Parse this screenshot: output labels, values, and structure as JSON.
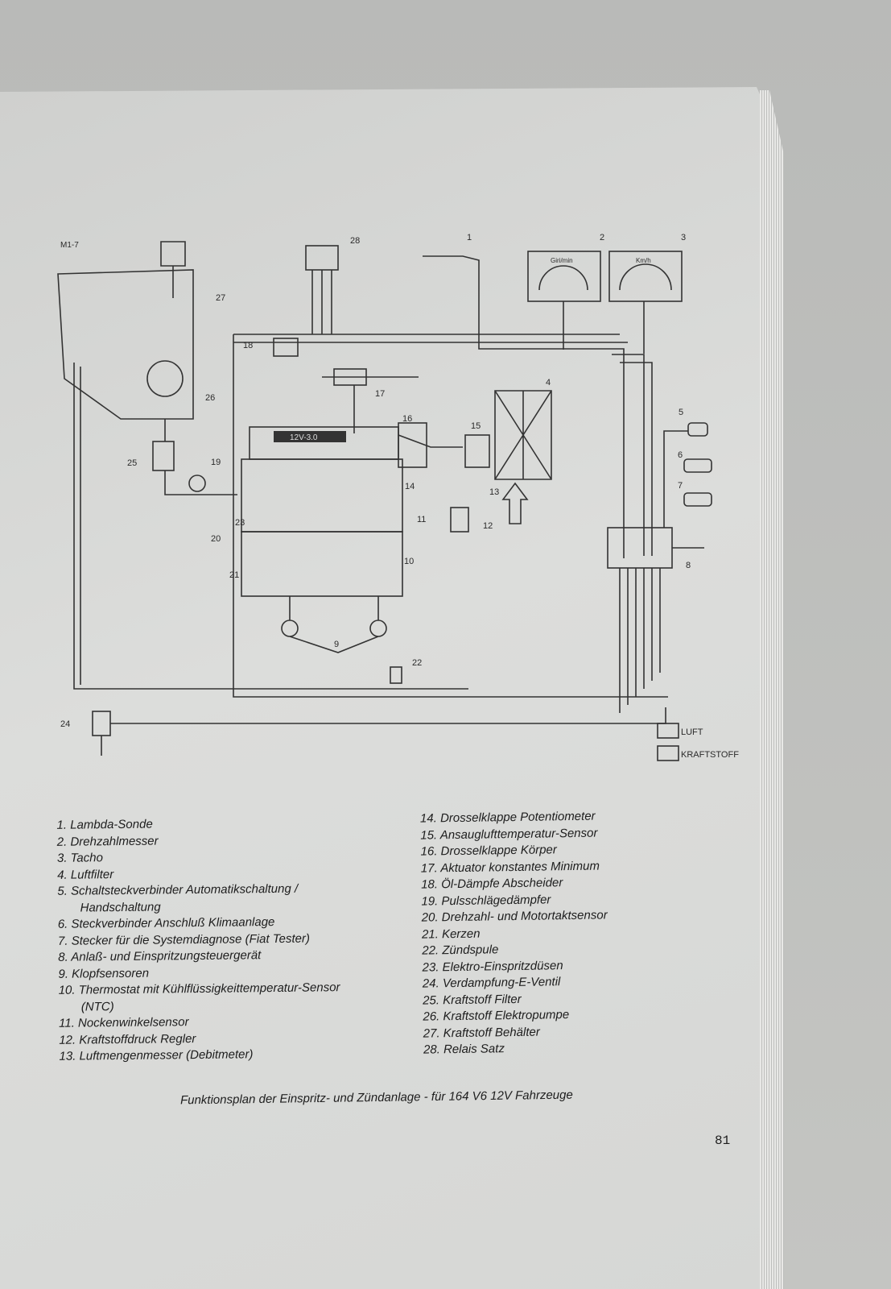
{
  "diagram": {
    "code": "M1-7",
    "engine_badge": "12V-3.0",
    "gauge_rpm_label": "Giri/min",
    "gauge_speed_label": "Km/h",
    "callouts": [
      "1",
      "2",
      "3",
      "4",
      "5",
      "6",
      "7",
      "8",
      "9",
      "10",
      "11",
      "12",
      "13",
      "14",
      "15",
      "16",
      "17",
      "18",
      "19",
      "20",
      "21",
      "22",
      "23",
      "24",
      "25",
      "26",
      "27",
      "28"
    ],
    "key_air": "LUFT",
    "key_fuel": "KRAFTSTOFF"
  },
  "legend_left": [
    "1. Lambda-Sonde",
    "2. Drehzahlmesser",
    "3. Tacho",
    "4. Luftfilter",
    "5. Schaltsteckverbinder Automatikschaltung /",
    "Handschaltung",
    "6. Steckverbinder  Anschluß  Klimaanlage",
    "7. Stecker für die Systemdiagnose  (Fiat Tester)",
    "8. Anlaß- und Einspritzungsteuergerät",
    "9. Klopfsensoren",
    "10. Thermostat mit Kühlflüssigkeittemperatur-Sensor",
    "(NTC)",
    "11. Nockenwinkelsensor",
    "12. Kraftstoffdruck Regler",
    "13. Luftmengenmesser (Debitmeter)"
  ],
  "legend_right": [
    "14. Drosselklappe Potentiometer",
    "15. Ansauglufttemperatur-Sensor",
    "16. Drosselklappe Körper",
    "17. Aktuator konstantes Minimum",
    "18. Öl-Dämpfe Abscheider",
    "19. Pulsschlägedämpfer",
    "20. Drehzahl- und Motortaktsensor",
    "21. Kerzen",
    "22. Zündspule",
    "23. Elektro-Einspritzdüsen",
    "24. Verdampfung-E-Ventil",
    "25. Kraftstoff Filter",
    "26. Kraftstoff Elektropumpe",
    "27. Kraftstoff Behälter",
    "28. Relais Satz"
  ],
  "caption": "Funktionsplan der Einspritz- und Zündanlage - für 164 V6 12V Fahrzeuge",
  "page_number": "81"
}
